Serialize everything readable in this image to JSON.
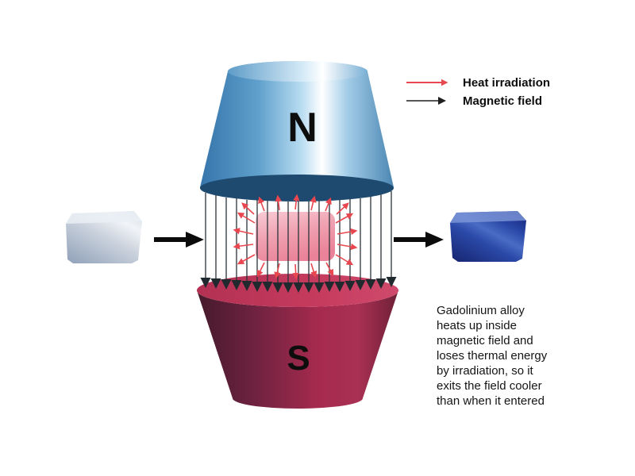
{
  "magnets": {
    "north_label": "N",
    "south_label": "S"
  },
  "legend": {
    "items": [
      {
        "label": "Heat irradiation",
        "color": "#e8474f"
      },
      {
        "label": "Magnetic field",
        "color": "#1f1f1f"
      }
    ]
  },
  "caption": {
    "lines": [
      "Gadolinium alloy",
      "heats up inside",
      "magnetic field and",
      "loses thermal energy",
      "by irradiation, so it",
      "exits the field cooler",
      "than when it entered"
    ]
  },
  "colors": {
    "heat_arrow": "#e8474f",
    "field_arrow": "#20292e",
    "north_magnet_blue": "#4a8fc0",
    "north_magnet_underside": "#1d4a6e",
    "south_magnet_crimson": "#a52a4e",
    "south_magnet_top": "#c23a5c",
    "gadolinium_pink": "#f2a4b4",
    "entering_block_silver": "#c3ccd9",
    "exiting_block_blue": "#22378f",
    "background": "#ffffff"
  }
}
